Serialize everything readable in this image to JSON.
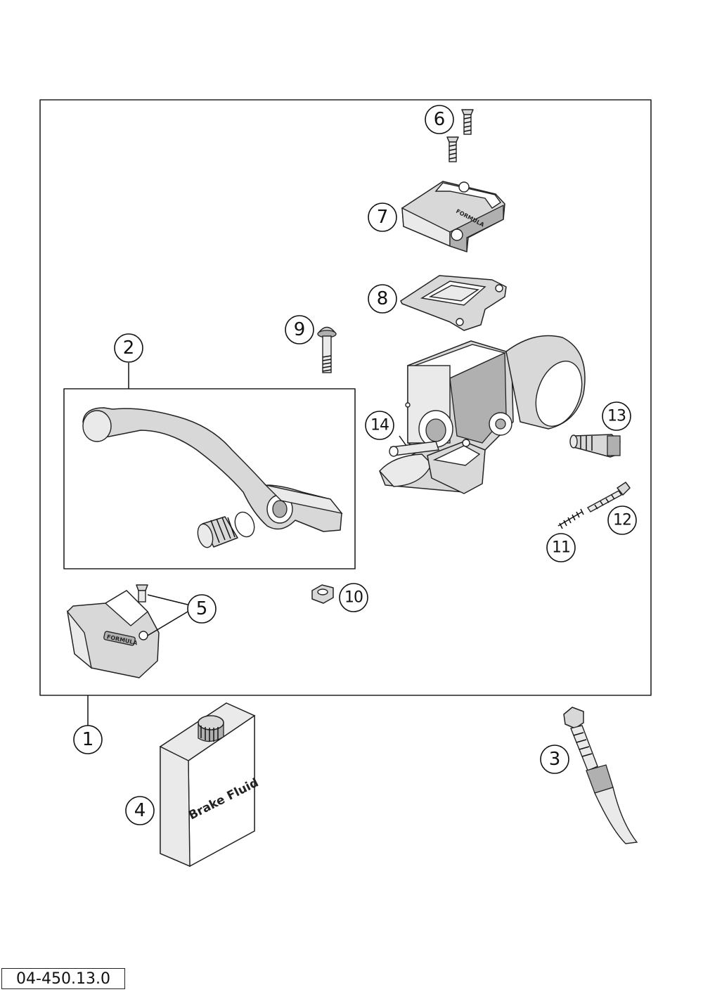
{
  "callouts": {
    "c1": "1",
    "c2": "2",
    "c3": "3",
    "c4": "4",
    "c5": "5",
    "c6": "6",
    "c7": "7",
    "c8": "8",
    "c9": "9",
    "c10": "10",
    "c11": "11",
    "c12": "12",
    "c13": "13",
    "c14": "14"
  },
  "container_label": "Brake Fluid",
  "reference_code": "04-450.13.0",
  "colors": {
    "line": "#222222",
    "fill": "#d8d8d8",
    "background": "#ffffff"
  }
}
